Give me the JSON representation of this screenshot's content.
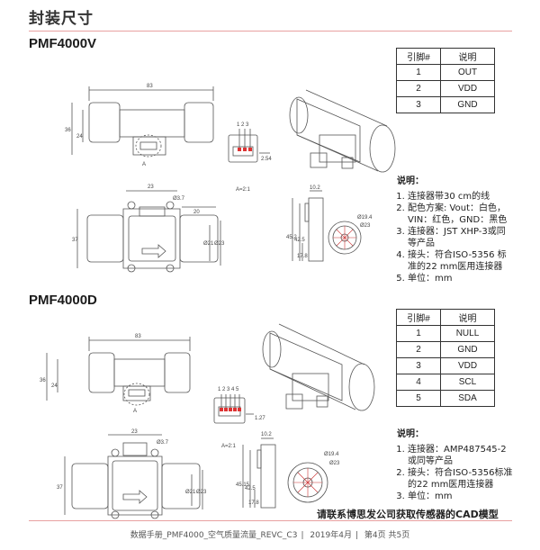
{
  "header": {
    "title": "封装尺寸"
  },
  "section1": {
    "title": "PMF4000V",
    "table": {
      "headers": [
        "引脚#",
        "说明"
      ],
      "rows": [
        [
          "1",
          "OUT"
        ],
        [
          "2",
          "VDD"
        ],
        [
          "3",
          "GND"
        ]
      ]
    },
    "notes_title": "说明：",
    "notes": [
      "连接器带30 cm的线",
      "配色方案: Vout：白色，VIN：红色，GND：黑色",
      "连接器：JST XHP-3或同等产品",
      "接头：符合ISO-5356 标准的22 mm医用连接器",
      "单位：mm"
    ],
    "dims": {
      "d83": "83",
      "d36": "36",
      "d24": "24",
      "labelA": "A",
      "pins": "1 2 3",
      "d254": "2.54",
      "scale": "A=2:1",
      "d23": "23",
      "d20": "20",
      "d37": "37",
      "d37b": "Ø3.7",
      "d21": "Ø21",
      "d23b": "Ø23",
      "d102": "10.2",
      "d452": "45.2",
      "d425": "42.5",
      "d178": "17.8",
      "d194": "Ø19.4",
      "d23c": "Ø23"
    }
  },
  "section2": {
    "title": "PMF4000D",
    "table": {
      "headers": [
        "引脚#",
        "说明"
      ],
      "rows": [
        [
          "1",
          "NULL"
        ],
        [
          "2",
          "GND"
        ],
        [
          "3",
          "VDD"
        ],
        [
          "4",
          "SCL"
        ],
        [
          "5",
          "SDA"
        ]
      ]
    },
    "notes_title": "说明：",
    "notes": [
      "连接器：AMP487545-2或同等产品",
      "接头：符合ISO-5356标准 的22 mm医用连接器",
      "单位：mm"
    ],
    "dims": {
      "d83": "83",
      "d36": "36",
      "d24": "24",
      "labelA": "A",
      "pins": "1 2 3 4 5",
      "d127": "1.27",
      "scale": "A=2:1",
      "d23": "23",
      "d37b": "Ø3.7",
      "d37": "37",
      "d21": "Ø21",
      "d23b": "Ø23",
      "d102": "10.2",
      "d4515": "45.15",
      "d425": "42.5",
      "d178": "17.8",
      "d194": "Ø19.4",
      "d23c": "Ø23"
    }
  },
  "cad_note": "请联系博思发公司获取传感器的CAD模型",
  "footer": {
    "doc": "数据手册_PMF4000_空气质量流量_REVC_C3",
    "date": "2019年4月",
    "page": "第4页 共5页"
  }
}
